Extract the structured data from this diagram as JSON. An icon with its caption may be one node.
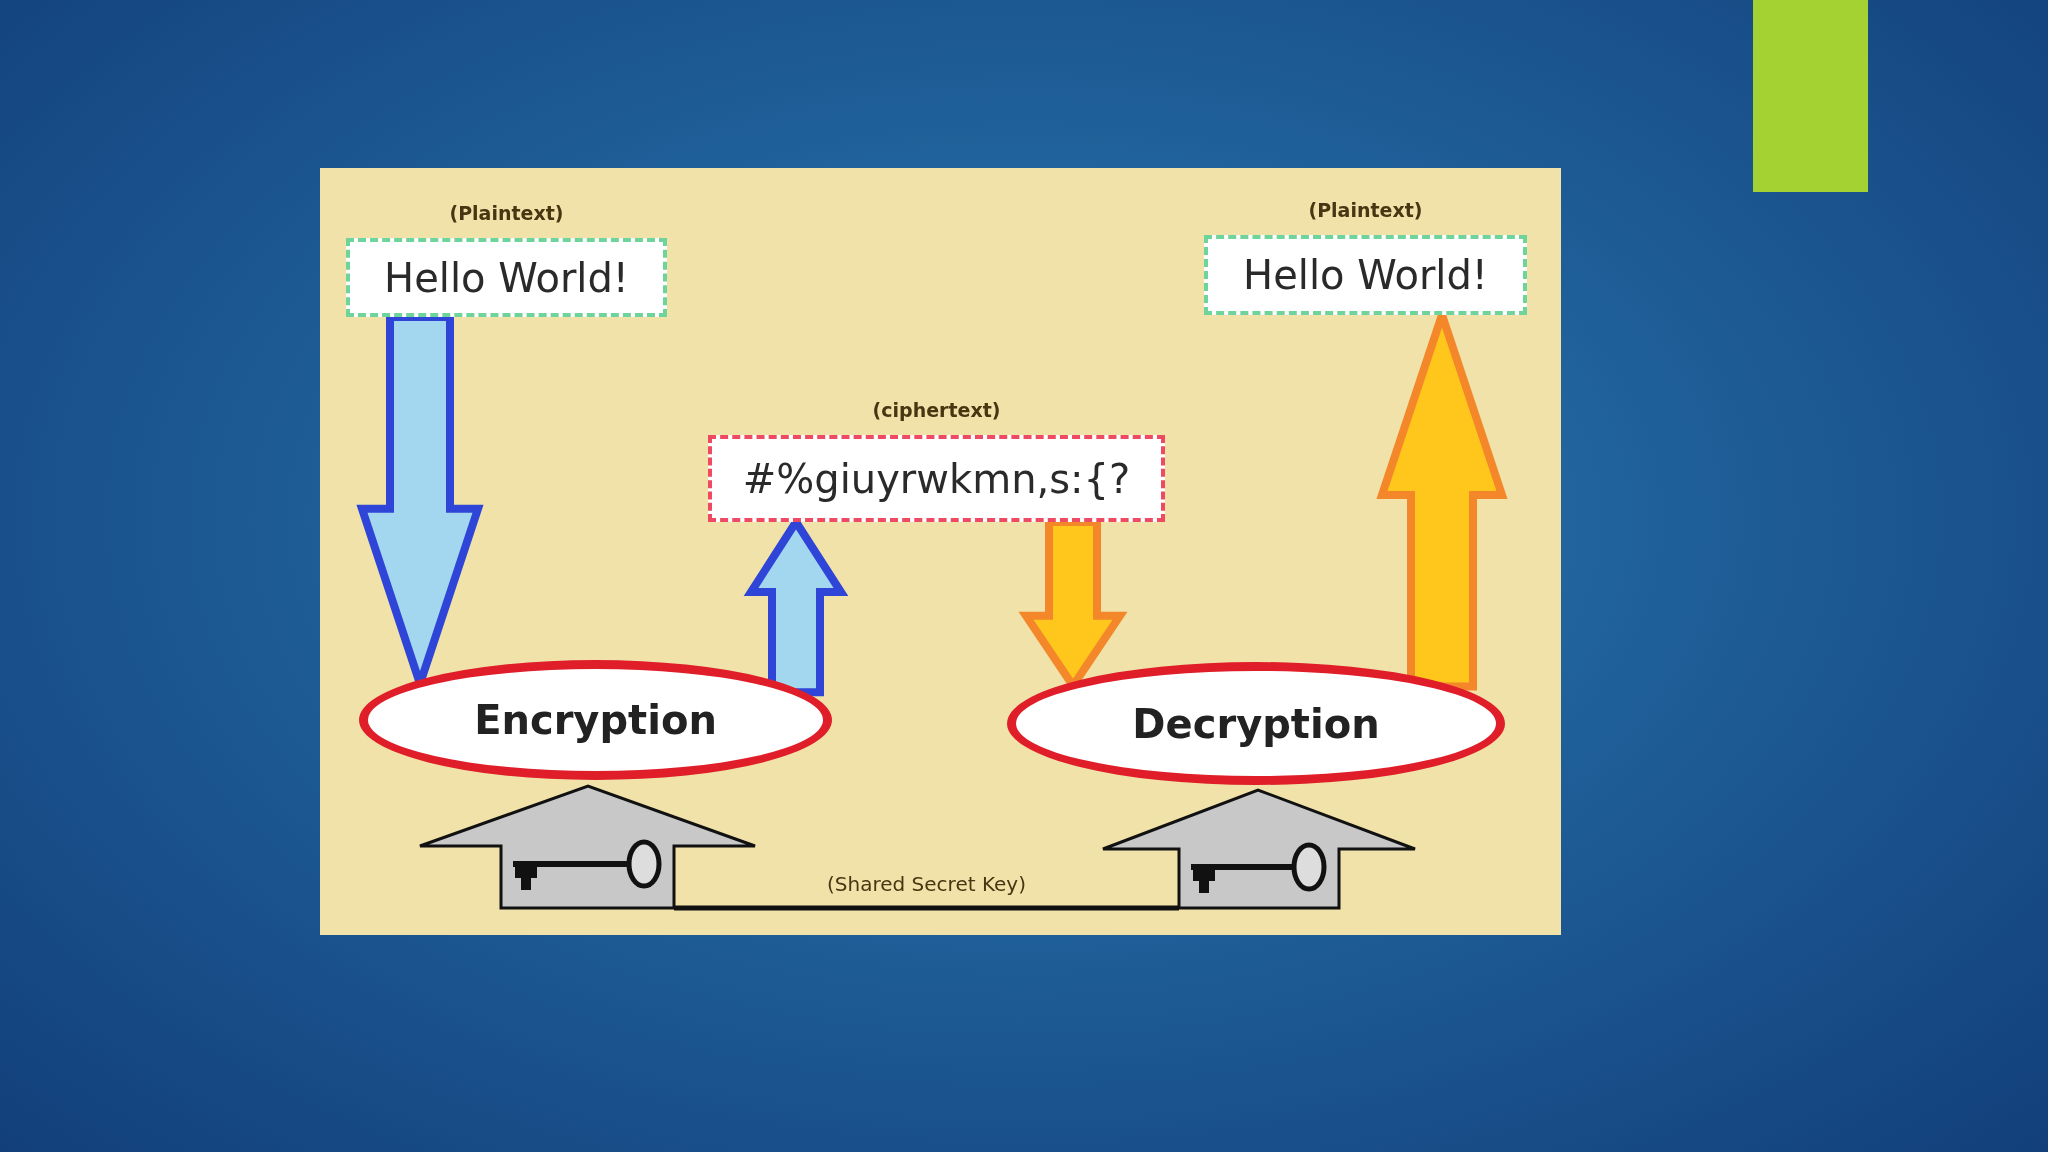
{
  "diagram": {
    "nodes": [
      {
        "text": [
          "Hello World!"
        ],
        "beside": [
          "(Plaintext)"
        ]
      },
      {
        "text": [
          "#%giuyrwkmn,s:{?"
        ],
        "beside": [
          "(ciphertext)"
        ]
      },
      {
        "text": [
          "Hello World!"
        ],
        "beside": [
          "(Plaintext)"
        ]
      },
      {
        "text": [
          "Encryption"
        ]
      },
      {
        "text": [
          "Decryption"
        ]
      },
      {
        "text": [],
        "shape": "picture"
      },
      {
        "text": [],
        "shape": "picture"
      }
    ],
    "edges": [
      {
        "from": 0,
        "to": 3,
        "arrow": "to",
        "style": "thick",
        "color": "#2f45d8"
      },
      {
        "from": 3,
        "to": 1,
        "arrow": "to",
        "style": "thick",
        "color": "#2f45d8"
      },
      {
        "from": 1,
        "to": 4,
        "arrow": "to",
        "style": "thick",
        "color": "#f3872a"
      },
      {
        "from": 4,
        "to": 2,
        "arrow": "to",
        "style": "thick",
        "color": "#f3872a"
      },
      {
        "from": 5,
        "to": 6,
        "arrow": "none",
        "label": "(Shared Secret Key)",
        "color": "#111111"
      }
    ]
  }
}
